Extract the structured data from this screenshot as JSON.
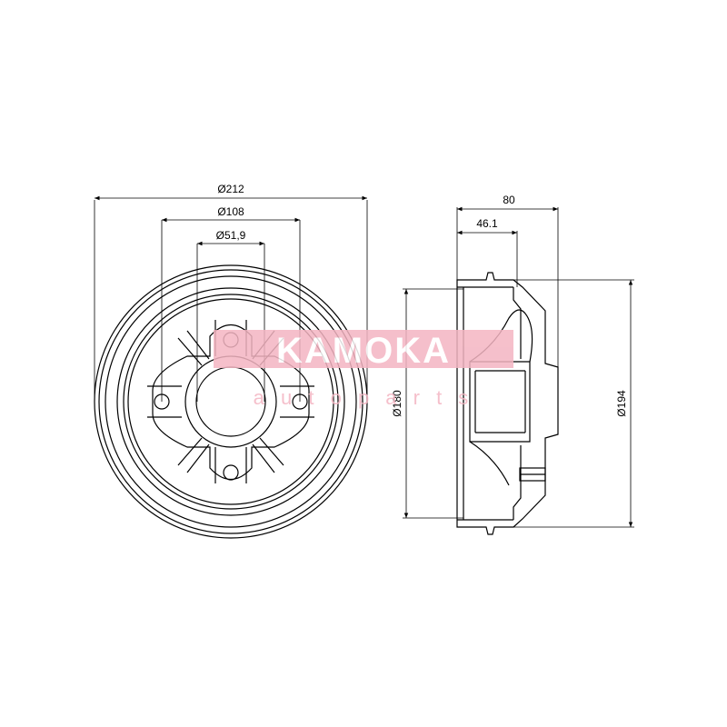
{
  "dimensions": {
    "outer_diameter": "Ø212",
    "bolt_circle": "Ø108",
    "center_bore": "Ø51,9",
    "total_width": "80",
    "hub_offset": "46.1",
    "inner_diameter": "Ø180",
    "flange_diameter": "Ø194"
  },
  "watermark": {
    "brand": "KAMOKA",
    "tagline": "a u t o   p a r t s"
  },
  "colors": {
    "line": "#000000",
    "watermark_fill": "#f4b5c2",
    "watermark_text": "#ffffff"
  }
}
